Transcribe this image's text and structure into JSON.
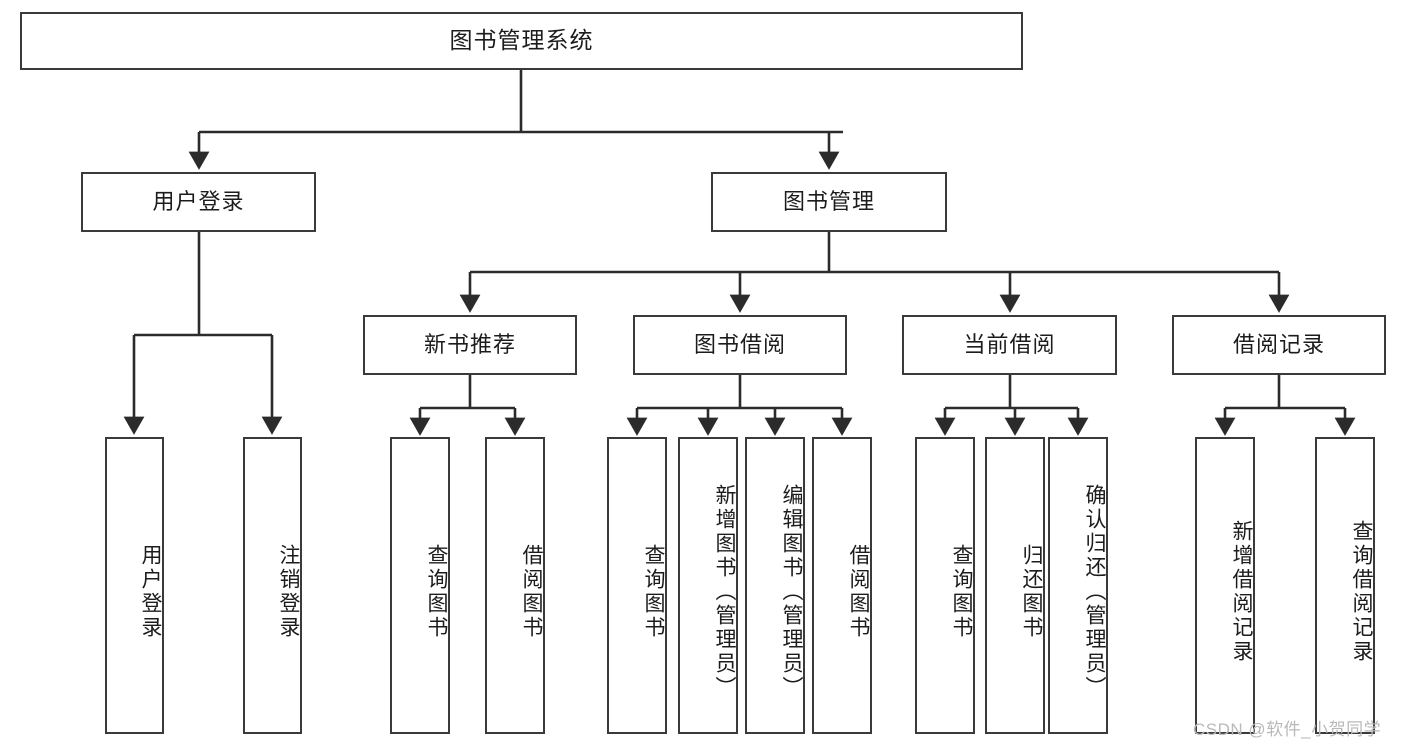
{
  "diagram": {
    "title": "图书管理系统",
    "type": "tree",
    "watermark": "CSDN @软件_小贺同学",
    "colors": {
      "box_border": "#3a3a3a",
      "box_fill": "#ffffff",
      "edge": "#2b2b2b",
      "text": "#1c1c1c",
      "watermark": "#b9b9b9"
    },
    "levels": {
      "root": [
        "图书管理系统"
      ],
      "level2": [
        "用户登录",
        "图书管理"
      ],
      "level3": [
        "新书推荐",
        "图书借阅",
        "当前借阅",
        "借阅记录"
      ],
      "leaves": [
        "用户登录",
        "注销登录",
        "查询图书",
        "借阅图书",
        "查询图书",
        "新增图书（管理员）",
        "编辑图书（管理员）",
        "借阅图书",
        "查询图书",
        "归还图书",
        "确认归还（管理员）",
        "新增借阅记录",
        "查询借阅记录"
      ]
    },
    "nodes": {
      "root": {
        "label": "图书管理系统"
      },
      "user_login": {
        "label": "用户登录"
      },
      "book_manage": {
        "label": "图书管理"
      },
      "new_book_rec": {
        "label": "新书推荐"
      },
      "book_borrow": {
        "label": "图书借阅"
      },
      "current_borrow": {
        "label": "当前借阅"
      },
      "borrow_record": {
        "label": "借阅记录"
      },
      "leaf_user_login": {
        "label": "用户登录"
      },
      "leaf_logout": {
        "label": "注销登录"
      },
      "leaf_query_book_1": {
        "label": "查询图书"
      },
      "leaf_borrow_book_1": {
        "label": "借阅图书"
      },
      "leaf_query_book_2": {
        "label": "查询图书"
      },
      "leaf_add_book": {
        "label": "新增图书（管理员）"
      },
      "leaf_edit_book": {
        "label": "编辑图书（管理员）"
      },
      "leaf_borrow_book_2": {
        "label": "借阅图书"
      },
      "leaf_query_book_3": {
        "label": "查询图书"
      },
      "leaf_return_book": {
        "label": "归还图书"
      },
      "leaf_confirm_return": {
        "label": "确认归还（管理员）"
      },
      "leaf_add_record": {
        "label": "新增借阅记录"
      },
      "leaf_query_record": {
        "label": "查询借阅记录"
      }
    },
    "edges": [
      {
        "from": "root",
        "to": "user_login"
      },
      {
        "from": "root",
        "to": "book_manage"
      },
      {
        "from": "user_login",
        "to": "leaf_user_login"
      },
      {
        "from": "user_login",
        "to": "leaf_logout"
      },
      {
        "from": "book_manage",
        "to": "new_book_rec"
      },
      {
        "from": "book_manage",
        "to": "book_borrow"
      },
      {
        "from": "book_manage",
        "to": "current_borrow"
      },
      {
        "from": "book_manage",
        "to": "borrow_record"
      },
      {
        "from": "new_book_rec",
        "to": "leaf_query_book_1"
      },
      {
        "from": "new_book_rec",
        "to": "leaf_borrow_book_1"
      },
      {
        "from": "book_borrow",
        "to": "leaf_query_book_2"
      },
      {
        "from": "book_borrow",
        "to": "leaf_add_book"
      },
      {
        "from": "book_borrow",
        "to": "leaf_edit_book"
      },
      {
        "from": "book_borrow",
        "to": "leaf_borrow_book_2"
      },
      {
        "from": "current_borrow",
        "to": "leaf_query_book_3"
      },
      {
        "from": "current_borrow",
        "to": "leaf_return_book"
      },
      {
        "from": "current_borrow",
        "to": "leaf_confirm_return"
      },
      {
        "from": "borrow_record",
        "to": "leaf_add_record"
      },
      {
        "from": "borrow_record",
        "to": "leaf_query_record"
      }
    ]
  }
}
